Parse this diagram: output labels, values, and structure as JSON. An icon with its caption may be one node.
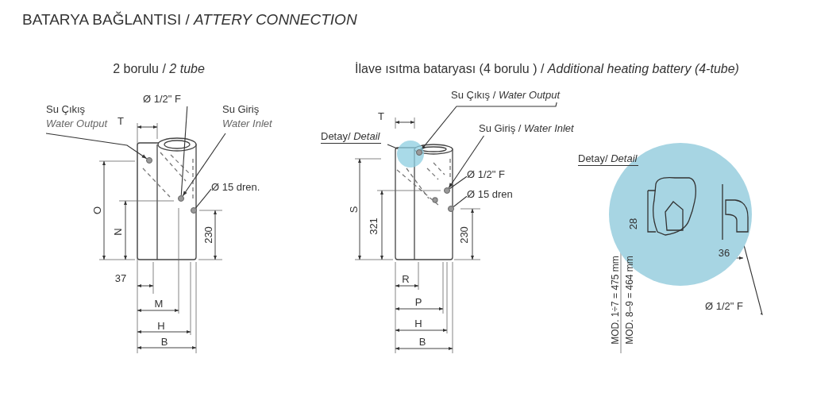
{
  "diagram": {
    "title": "BATARYA BAĞLANTISI / *ATTERY CONNECTION*",
    "nodes": [
      {
        "text": [
          "Su Çıkış",
          "Water Output"
        ]
      },
      {
        "text": [
          "Su Giriş",
          "Water Inlet"
        ]
      },
      {
        "text": [
          "Ø 1/2\" F"
        ]
      },
      {
        "text": [
          "Ø 15 dren."
        ]
      },
      {
        "text": [
          "Su Çıkış / *Water Output*"
        ]
      },
      {
        "text": [
          "Su Giriş / *Water Inlet*"
        ]
      },
      {
        "text": [
          "Detay/ *Detail*"
        ]
      },
      {
        "text": [
          "Ø 1/2\" F"
        ]
      },
      {
        "text": [
          "Ø 15 dren"
        ]
      },
      {
        "text": [
          "Detay/ *Detail*"
        ]
      },
      {
        "text": [],
        "shape": "circle"
      },
      {
        "text": [
          "Ø 1/2\" F"
        ]
      },
      {
        "text": [],
        "shape": "circle"
      },
      {
        "text": [],
        "shape": "circle"
      },
      {
        "text": [],
        "shape": "circle"
      },
      {
        "text": [],
        "shape": "circle",
        "in": 10
      },
      {
        "text": [],
        "shape": "circle"
      },
      {
        "text": [],
        "shape": "circle"
      },
      {
        "text": [],
        "shape": "picture",
        "in": 9
      }
    ],
    "edges": [
      {
        "from": 0,
        "to": 12,
        "arrow": "to"
      },
      {
        "from": 1,
        "to": 13,
        "arrow": "to"
      },
      {
        "from": 2,
        "to": 13,
        "arrow": "none"
      },
      {
        "from": 3,
        "to": 14,
        "arrow": "none"
      },
      {
        "from": 4,
        "to": 15,
        "arrow": "to"
      },
      {
        "from": 5,
        "to": 16,
        "arrow": "to"
      },
      {
        "from": 6,
        "to": 10,
        "arrow": "none"
      },
      {
        "from": 7,
        "to": 16,
        "arrow": "none"
      },
      {
        "from": 8,
        "to": 17,
        "arrow": "none"
      },
      {
        "from": 11,
        "to": 18,
        "arrow": "to"
      }
    ],
    "labels": [
      "2 borulu / *2 tube*",
      "İlave ısıtma bataryası (4 borulu ) / *Additional heating battery (4-tube)*",
      "T",
      "O",
      "N",
      "230",
      "37",
      "M",
      "H",
      "B",
      "T",
      "S",
      "321",
      "230",
      "R",
      "P",
      "H",
      "B",
      "28",
      "36",
      "MOD. 1÷7 = 475 mm",
      "MOD. 8–9 = 464 mm"
    ]
  }
}
